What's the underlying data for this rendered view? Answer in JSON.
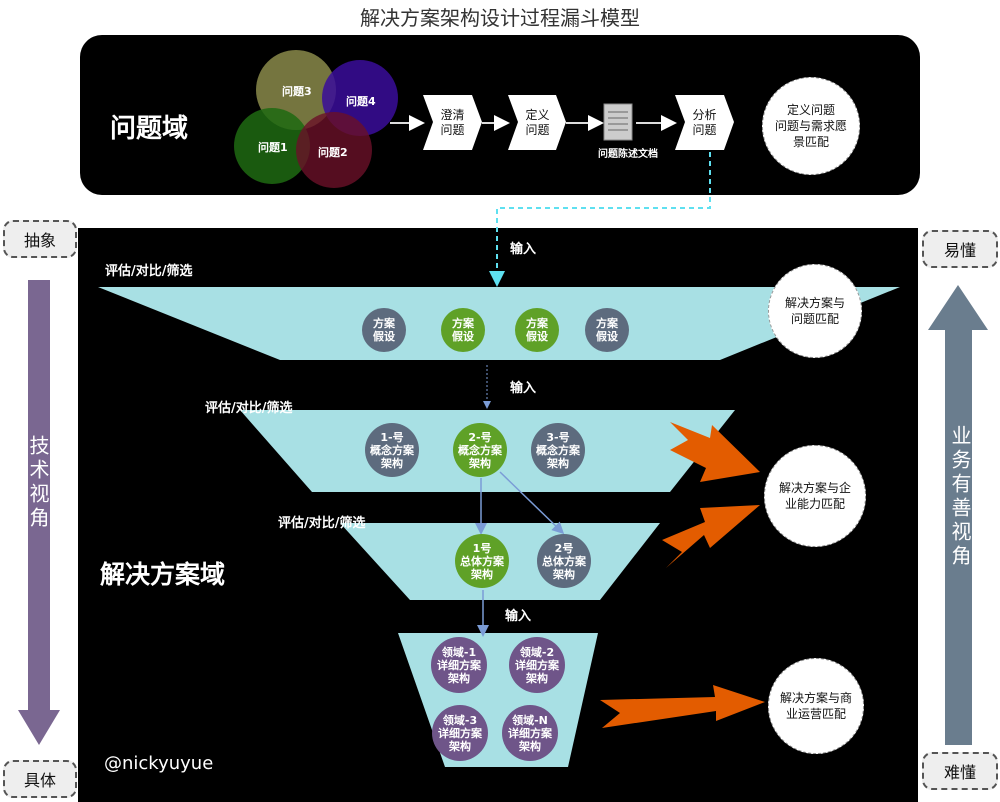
{
  "title": "解决方案架构设计过程漏斗模型",
  "problem_domain": {
    "label": "问题域",
    "problems": [
      "问题1",
      "问题2",
      "问题3",
      "问题4"
    ],
    "steps": [
      "澄清\n问题",
      "定义\n问题",
      "分析\n问题"
    ],
    "document": "问题陈述文档",
    "goal": "定义问题\n问题与需求愿\n景匹配"
  },
  "solution_domain": {
    "label": "解决方案域",
    "evaluate": "评估/对比/筛选",
    "input": "输入",
    "level1": [
      "方案\n假设",
      "方案\n假设",
      "方案\n假设",
      "方案\n假设"
    ],
    "level2": [
      "1-号\n概念方案\n架构",
      "2-号\n概念方案\n架构",
      "3-号\n概念方案\n架构"
    ],
    "level3": [
      "1号\n总体方案\n架构",
      "2号\n总体方案\n架构"
    ],
    "level4": [
      "领域-1\n详细方案\n架构",
      "领域-2\n详细方案\n架构",
      "领域-3\n详细方案\n架构",
      "领域-N\n详细方案\n架构"
    ],
    "match": [
      "解决方案与\n问题匹配",
      "解决方案与企\n业能力匹配",
      "解决方案与商\n业运营匹配"
    ],
    "author": "@nickyuyue"
  },
  "left_axis": {
    "top": "抽象",
    "bottom": "具体",
    "label": "技术视角"
  },
  "right_axis": {
    "top": "易懂",
    "bottom": "难懂",
    "label": "业务有善视角"
  },
  "colors": {
    "funnel": "#a8e0e4",
    "selected": "#5fa127",
    "unselected": "#5d6b7e",
    "detail": "#6f5589",
    "arrow": "#e35c00",
    "left_arrow": "#7a6791",
    "right_arrow": "#6a7d8e"
  }
}
